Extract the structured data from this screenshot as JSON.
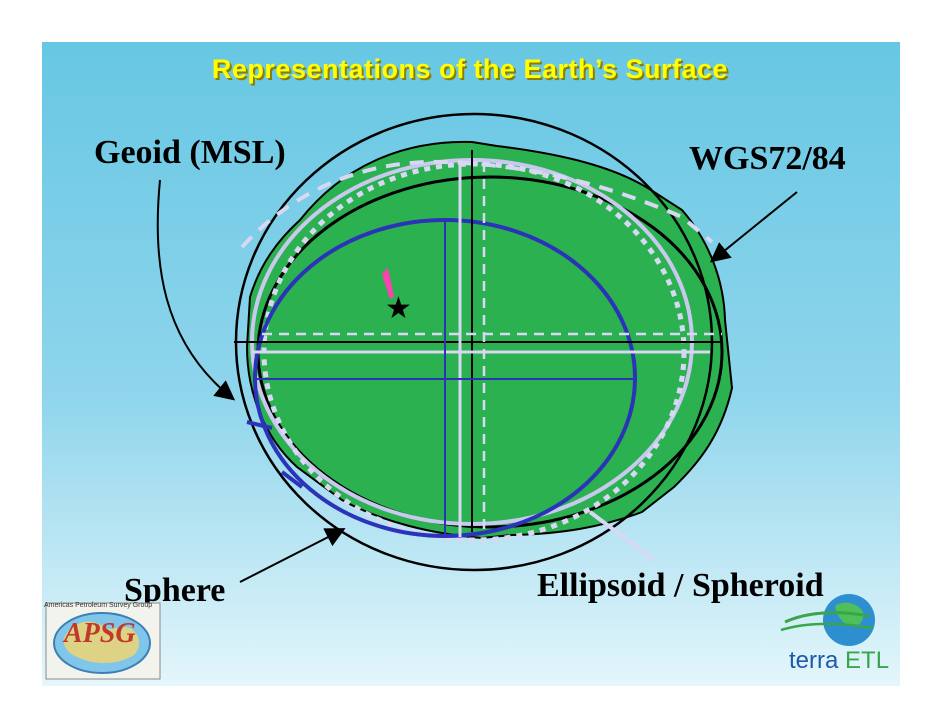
{
  "slide": {
    "title": "Representations of the Earth’s Surface"
  },
  "labels": {
    "geoid": "Geoid (MSL)",
    "wgs": "WGS72/84",
    "sphere": "Sphere",
    "ellipsoid": "Ellipsoid / Spheroid"
  },
  "logos": {
    "apsg_caption": "Americas Petroleum Survey Group",
    "apsg_text": "APSG",
    "terra_text_1": "terra",
    "terra_text_2": "ETL"
  },
  "colors": {
    "background_top": "#67c7e3",
    "landmass": "#2bb150",
    "title_yellow": "#ffff00",
    "sphere_blue": "#2b34b8",
    "ellipsoid_lavender": "#c9c9f0",
    "geoid_black": "#000000",
    "pin_pink": "#ff40b0"
  },
  "icons": [
    "star-icon",
    "pin-icon",
    "apsg-globe-icon",
    "terra-globe-icon"
  ]
}
